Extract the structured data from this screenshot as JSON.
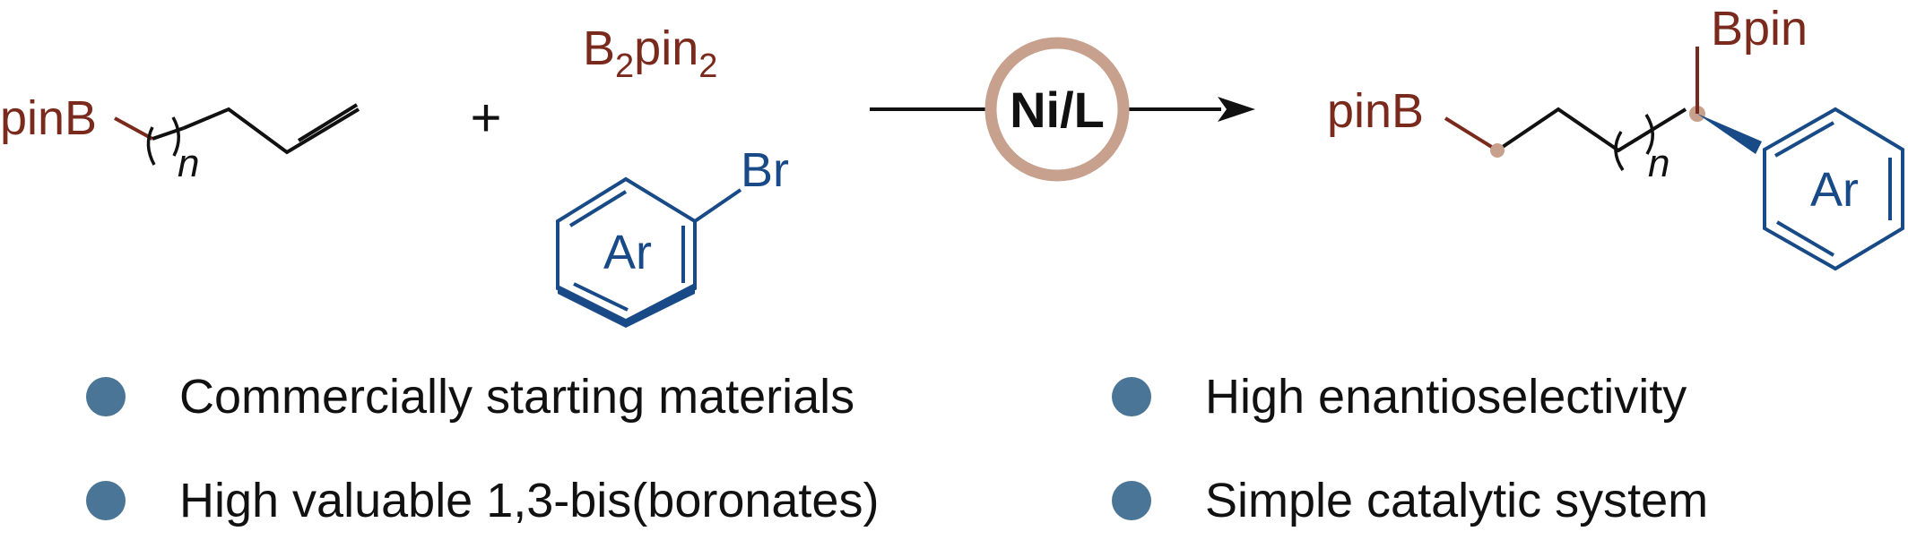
{
  "colors": {
    "boron": "#7a2a1c",
    "aryl": "#174a86",
    "catalyst_ring": "#c7a08e",
    "bullet": "#4a7596",
    "bond": "#111111"
  },
  "reactant_alkene": {
    "pinb_label": "pinB",
    "n_label": "n"
  },
  "plus_sign": "+",
  "reagent": {
    "b2pin2_B": "B",
    "b2pin2_sub1": "2",
    "b2pin2_pin": "pin",
    "b2pin2_sub2": "2",
    "ar_label": "Ar",
    "br_label": "Br"
  },
  "catalyst": {
    "label": "Ni/L"
  },
  "product": {
    "pinb_label": "pinB",
    "bpin_label": "Bpin",
    "n_label": "n",
    "ar_label": "Ar"
  },
  "features": [
    "Commercially starting materials",
    "High enantioselectivity",
    "High valuable 1,3-bis(boronates)",
    "Simple catalytic system"
  ]
}
